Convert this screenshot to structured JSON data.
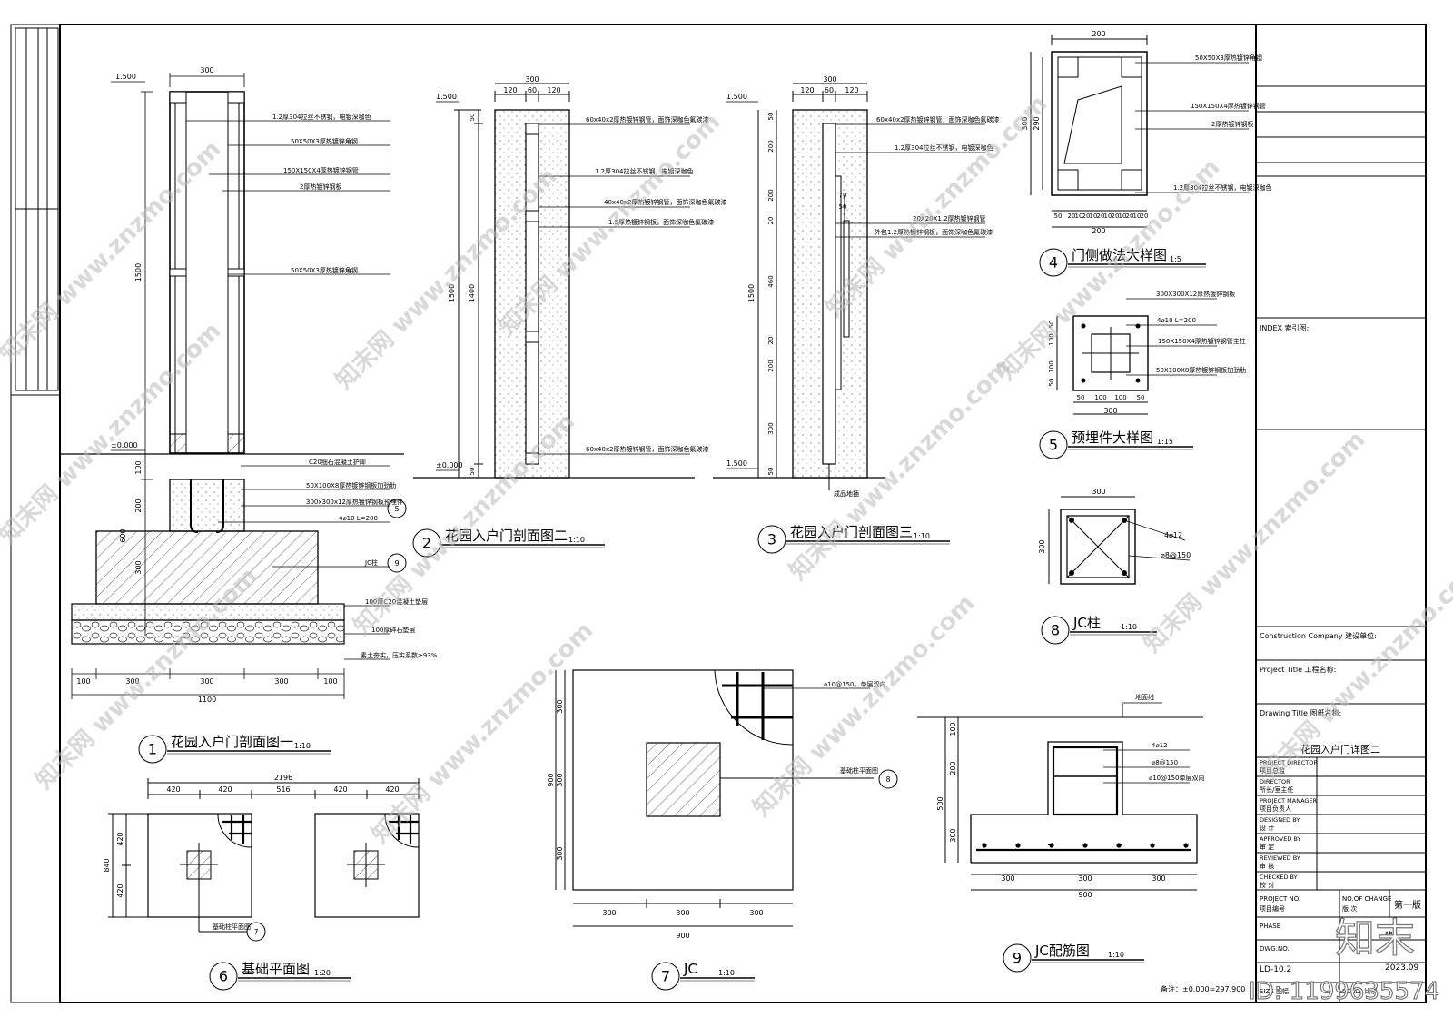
{
  "title_block": {
    "index_label": "INDEX 索引图:",
    "construction_company": "Construction Company  建设单位:",
    "project_title": "Project Title  工程名称:",
    "drawing_title": "Drawing Title   图纸名称:",
    "drawing_name": "花园入户门详图二",
    "roles": [
      {
        "en": "PROJECT DIRECTOR",
        "cn": "项目总监"
      },
      {
        "en": "DIRECTOR",
        "cn": "所长/室主任"
      },
      {
        "en": "PROJECT MANAGER",
        "cn": "项目负责人"
      },
      {
        "en": "DESIGNED BY",
        "cn": "设  计"
      },
      {
        "en": "APPROVED BY",
        "cn": "审  定"
      },
      {
        "en": "REVIEWED BY",
        "cn": "审  核"
      },
      {
        "en": "CHECKED BY",
        "cn": "校  对"
      }
    ],
    "project_no": "PROJECT NO.",
    "project_no_cn": "项目编号",
    "no_of_change": "NO.OF CHANGE",
    "no_of_change_cn": "版  次",
    "version": "第一版",
    "phase": "PHASE",
    "dwg_no": "DWG.NO.",
    "dwg_no_value": "LD-10.2",
    "date": "2023.09",
    "size": "SIZE 图幅",
    "scale": "SCALE 比例",
    "jian": "建",
    "datum_note": "备注：±0.000=297.900"
  },
  "titles": [
    {
      "num": "1",
      "text": "花园入户门剖面图一",
      "scale": "1:10"
    },
    {
      "num": "2",
      "text": "花园入户门剖面图二",
      "scale": "1:10"
    },
    {
      "num": "3",
      "text": "花园入户门剖面图三",
      "scale": "1:10"
    },
    {
      "num": "4",
      "text": "门侧做法大样图",
      "scale": "1:5"
    },
    {
      "num": "5",
      "text": "预埋件大样图",
      "scale": "1:15"
    },
    {
      "num": "6",
      "text": "基础平面图",
      "scale": "1:20"
    },
    {
      "num": "7",
      "text": "JC",
      "scale": "1:10"
    },
    {
      "num": "8",
      "text": "JC柱",
      "scale": "1:10"
    },
    {
      "num": "9",
      "text": "JC配筋图",
      "scale": "1:10"
    }
  ],
  "sec1": {
    "levels": [
      "1.500",
      "±0.000"
    ],
    "dims_top": "300",
    "dims_left": [
      "1500",
      "100",
      "200",
      "600",
      "300"
    ],
    "dims_bottom": [
      "100",
      "300",
      "300",
      "300",
      "100"
    ],
    "dim_total": "1100",
    "notes": [
      "1.2厚304拉丝不锈钢，电镀深咖色",
      "50X50X3厚热镀锌角钢",
      "150X150X4厚热镀锌钢管",
      "2厚热镀锌钢板",
      "50X50X3厚热镀锌角钢",
      "C20细石混凝土护脚",
      "50X100X8厚热镀锌钢板加劲肋",
      "300x300x12厚热镀锌钢板预埋件",
      "4⌀10 L=200",
      "JC柱",
      "100厚C20混凝土垫层",
      "100厚碎石垫层",
      "素土夯实，压实系数≥93%"
    ],
    "refs": [
      "5",
      "9"
    ]
  },
  "sec2": {
    "levels": [
      "1.500",
      "±0.000"
    ],
    "dims_top": [
      "300",
      "120",
      "60",
      "120"
    ],
    "dims_left": [
      "1500",
      "1400",
      "50",
      "50"
    ],
    "notes": [
      "60x40x2厚热镀锌钢管，面饰深咖色氟碳漆",
      "1.2厚304拉丝不锈钢，电镀深咖色",
      "40x40x2厚热镀锌钢管，面饰深咖色氟碳漆",
      "1.5厚热镀锌钢板，面饰深咖色氟碳漆",
      "60x40x2厚热镀锌钢管，面饰深咖色氟碳漆"
    ]
  },
  "sec3": {
    "levels": [
      "1.500",
      "1.500"
    ],
    "dims_top": [
      "300",
      "120",
      "60",
      "120"
    ],
    "dims_left": [
      "1500",
      "50",
      "200",
      "200",
      "20",
      "460",
      "20",
      "200",
      "300",
      "50"
    ],
    "dims_inner": [
      "70",
      "50"
    ],
    "notes": [
      "60x40x2厚热镀锌钢管，面饰深咖色氟碳漆",
      "1.2厚304拉丝不锈钢，电镀深咖色",
      "20X20X1.2厚热镀锌钢管",
      "外包1.2厚热镀锌钢板，面饰深咖色氟碳漆",
      "成品地插"
    ]
  },
  "sec4": {
    "dims_top": "200",
    "dims_left": [
      "300",
      "290"
    ],
    "dims_bottom": [
      "50",
      "20",
      "10",
      "20",
      "10",
      "20",
      "10",
      "20",
      "10",
      "20",
      "10",
      "20"
    ],
    "dim_bottom_total": "200",
    "notes": [
      "50X50X3厚热镀锌角钢",
      "150X150X4厚热镀锌钢管",
      "2厚热镀锌钢板",
      "1.2厚304拉丝不锈钢，电镀深咖色"
    ]
  },
  "sec5": {
    "dims_left": [
      "50",
      "100",
      "100",
      "50"
    ],
    "dims_bottom": [
      "50",
      "100",
      "100",
      "50"
    ],
    "dim_total": "300",
    "notes": [
      "300X300X12厚热镀锌钢板",
      "4⌀10 L=200",
      "150X150X4厚热镀锌钢管主柱",
      "50X100X8厚热镀锌钢板加劲肋"
    ]
  },
  "sec6": {
    "dim_total": "2196",
    "dims_top": [
      "420",
      "420",
      "516",
      "420",
      "420"
    ],
    "dims_left": [
      "840",
      "420",
      "420"
    ],
    "note": "基础柱平面图",
    "ref": "7"
  },
  "sec7": {
    "dims_left": [
      "900",
      "300",
      "300",
      "300"
    ],
    "dims_bottom": [
      "300",
      "300",
      "300"
    ],
    "dim_total": "900",
    "notes": [
      "⌀10@150，单层双向",
      "基础柱平面图"
    ],
    "ref": "8"
  },
  "sec8": {
    "dim_top": "300",
    "dim_left": "300",
    "notes": [
      "4⌀12",
      "⌀8@150"
    ]
  },
  "sec9": {
    "dims_left": [
      "100",
      "200",
      "500",
      "300"
    ],
    "dims_bottom": [
      "300",
      "300",
      "300"
    ],
    "dim_total": "900",
    "notes": [
      "地面线",
      "4⌀12",
      "⌀8@150",
      "⌀10@150单层双向"
    ]
  },
  "watermark": {
    "site": "www.znzmo.com",
    "brand": "知末网",
    "logo": "知末",
    "id": "ID: 1199635574"
  }
}
